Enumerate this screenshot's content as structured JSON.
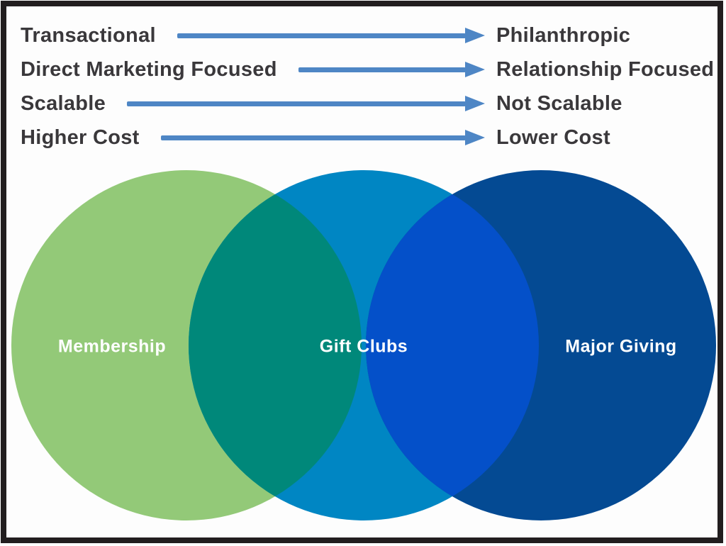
{
  "spectrum": {
    "rows": [
      {
        "left": "Transactional",
        "right": "Philanthropic"
      },
      {
        "left": "Direct Marketing Focused",
        "right": "Relationship Focused"
      },
      {
        "left": "Scalable",
        "right": "Not Scalable"
      },
      {
        "left": "Higher Cost",
        "right": "Lower Cost"
      }
    ],
    "arrow_color": "#4E86C5",
    "text_color": "#3A383B"
  },
  "venn": {
    "circles": [
      {
        "label": "Membership",
        "color": "#93C978"
      },
      {
        "label": "Gift Clubs",
        "color": "#0086C3"
      },
      {
        "label": "Major Giving",
        "color": "#044A93"
      }
    ],
    "overlaps": [
      {
        "between": "Membership + Gift Clubs",
        "color": "#00887A"
      },
      {
        "between": "Gift Clubs + Major Giving",
        "color": "#0450C9"
      }
    ],
    "label_color": "#FFFFFF"
  },
  "frame": {
    "border_color": "#221E1F",
    "background": "#FDFDFD"
  }
}
